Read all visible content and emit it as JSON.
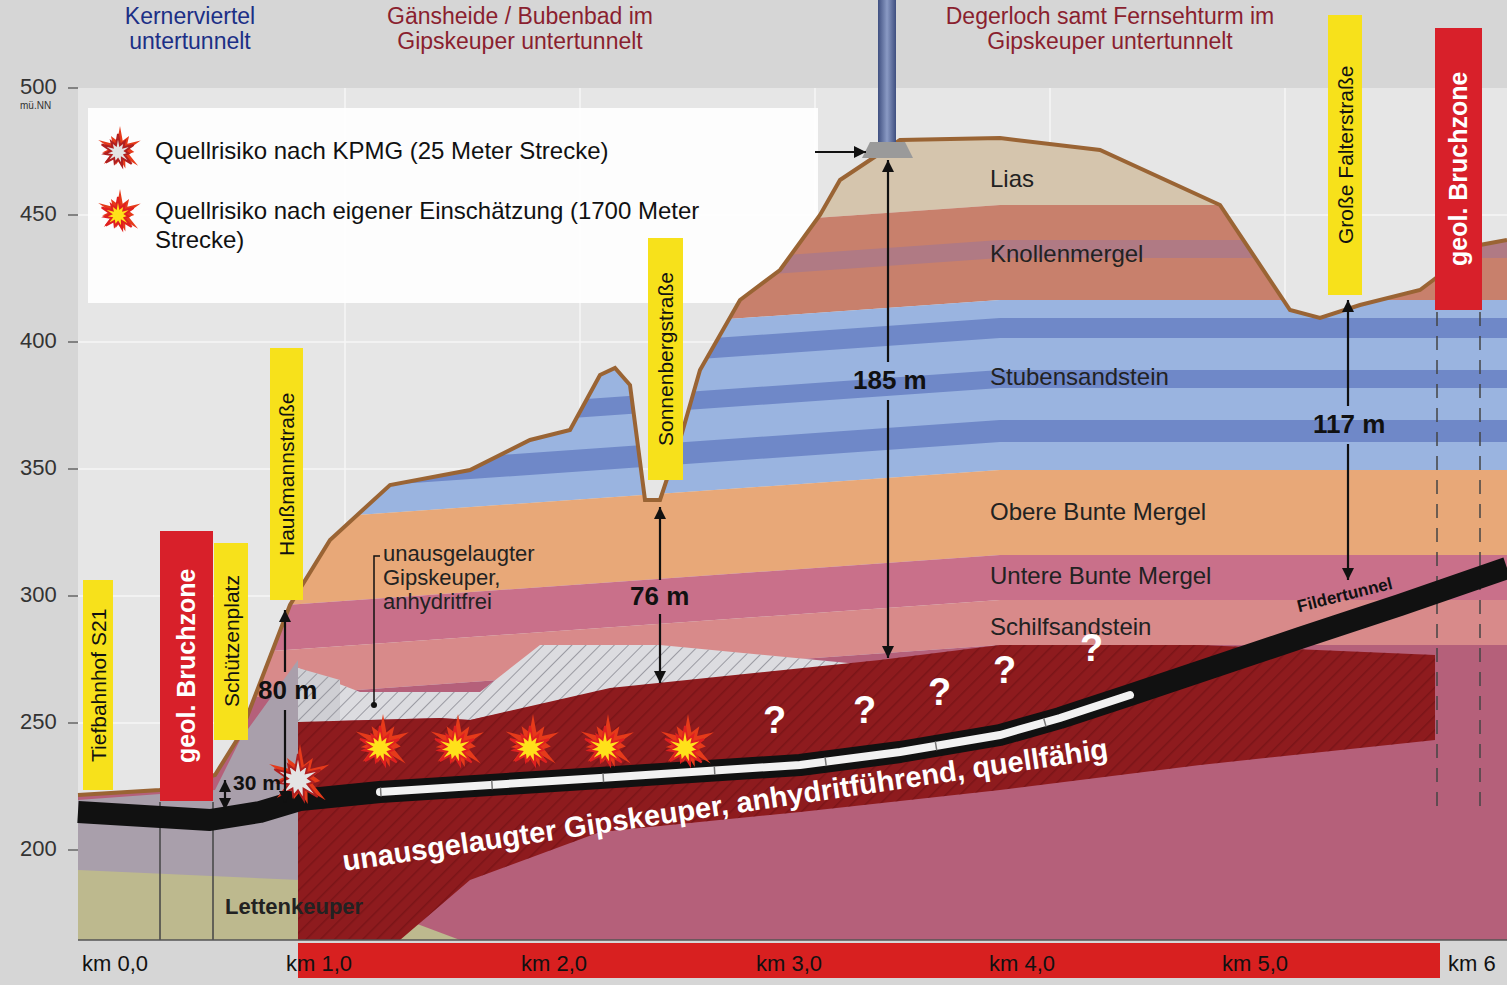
{
  "diagram": {
    "nodes": [
      {
        "text": [
          "Tiefbahnhof S21"
        ]
      },
      {
        "text": [
          "geol. Bruchzone"
        ]
      },
      {
        "text": [
          "Schützenplatz"
        ]
      },
      {
        "text": [
          "Haußmannstraße"
        ]
      },
      {
        "text": [
          "Sonnenbergstraße"
        ]
      },
      {
        "text": [
          "Große Falterstraße"
        ]
      },
      {
        "text": [
          "geol. Bruchzone"
        ]
      }
    ],
    "labels": [
      "Kernerviertel untertunnelt",
      "Gänsheide / Bubenbad im Gipskeuper untertunnelt",
      "Degerloch samt Fernsehturm im Gipskeuper untertunnelt",
      "500",
      "mü.NN",
      "450",
      "400",
      "350",
      "300",
      "250",
      "200",
      "Lias",
      "Knollenmergel",
      "Stubensandstein",
      "Obere Bunte Mergel",
      "Untere Bunte Mergel",
      "Schilfsandstein",
      "Fildertunnel",
      "185 m",
      "117 m",
      "76 m",
      "80 m",
      "30 m",
      "unausgelaugter Gipskeuper, anhydritfrei",
      "unausgelaugter Gipskeuper, anhydritführend, quellfähig",
      "Lettenkeuper",
      "?",
      "?",
      "?",
      "?",
      "?",
      "km 0,0",
      "km 1,0",
      "km 2,0",
      "km 3,0",
      "km 4,0",
      "km 5,0",
      "km 6"
    ],
    "legend": [
      {
        "text": "Quellrisiko nach KPMG (25 Meter Strecke)"
      },
      {
        "text": "Quellrisiko nach eigener Einschätzung (1700 Meter Strecke)"
      }
    ]
  }
}
